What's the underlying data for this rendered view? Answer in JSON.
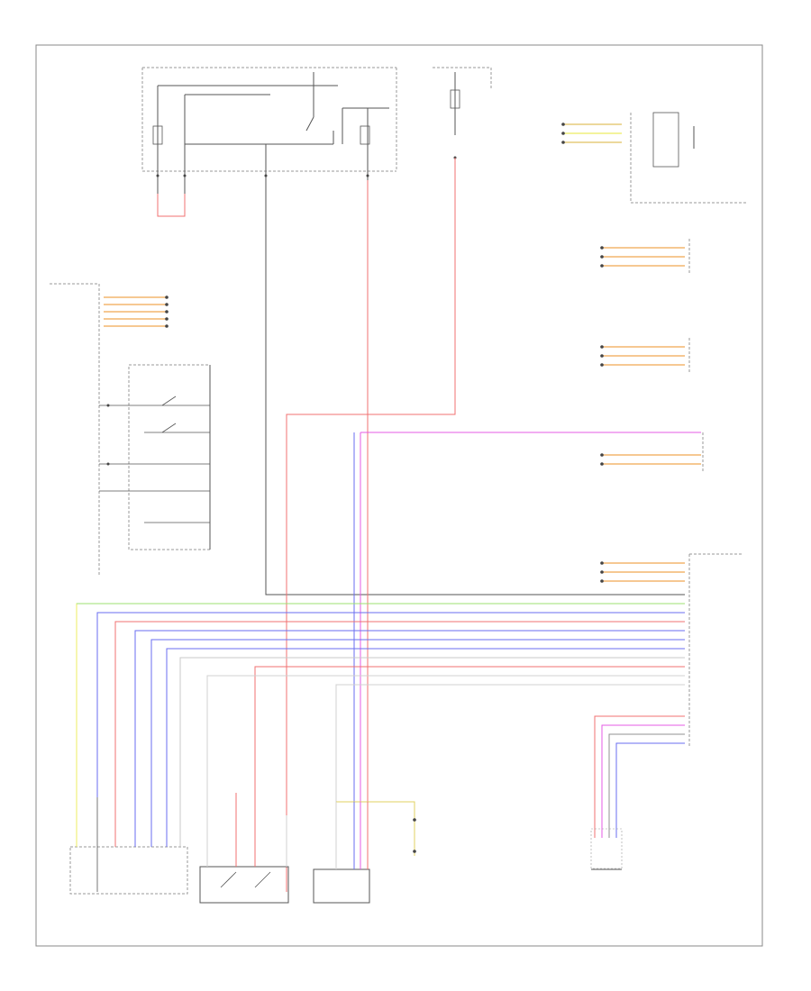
{
  "diagram": {
    "footer_code": "",
    "components": [
      {
        "id": "ecm",
        "label": ""
      },
      {
        "id": "steering_switch",
        "label": ""
      },
      {
        "id": "power_supply_left",
        "label": ""
      },
      {
        "id": "power_supply_right",
        "label": ""
      },
      {
        "id": "module_top_right",
        "label": ""
      },
      {
        "id": "module_transmission",
        "label": ""
      },
      {
        "id": "module_right_3",
        "label": ""
      },
      {
        "id": "module_right_4",
        "label": ""
      },
      {
        "id": "module_right_5",
        "label": ""
      },
      {
        "id": "cruise_lever",
        "label": ""
      },
      {
        "id": "brake_switch",
        "label": ""
      },
      {
        "id": "clutch_switch",
        "label": ""
      },
      {
        "id": "speed_sensor",
        "label": ""
      }
    ],
    "wire_colors": {
      "red": "#f07070",
      "blue": "#6a6ef0",
      "magenta": "#e45be4",
      "yellow": "#ecec60",
      "green": "#9ee070",
      "orange": "#f0a850",
      "gray": "#909090",
      "black": "#444444",
      "white": "#d8d8d8"
    }
  }
}
